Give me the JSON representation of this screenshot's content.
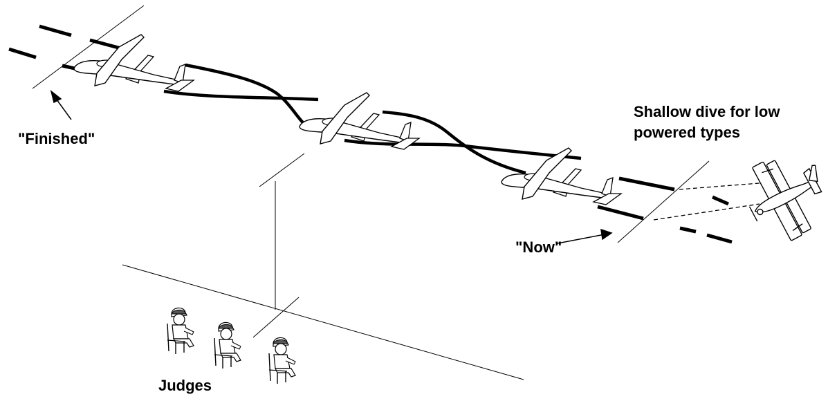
{
  "labels": {
    "finished": "\"Finished\"",
    "shallow_line1": "Shallow dive for low",
    "shallow_line2": "powered types",
    "now": "\"Now\"",
    "judges": "Judges"
  },
  "icons": {
    "aircraft": "glider-airplane-icon",
    "biplane": "biplane-icon",
    "judge": "seated-judge-icon"
  },
  "colors": {
    "ink": "#000000",
    "background": "#ffffff"
  }
}
